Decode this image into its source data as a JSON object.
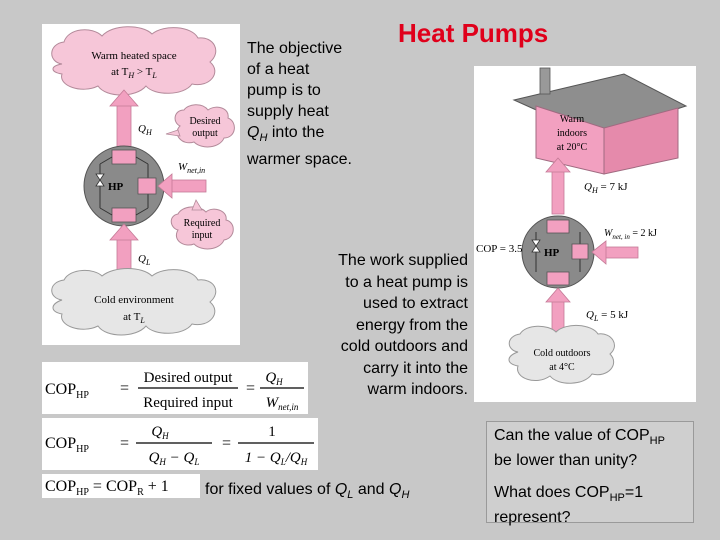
{
  "slide": {
    "title": "Heat Pumps",
    "objective_lines": [
      "The objective",
      "of a heat",
      "pump is to",
      "supply heat",
      "into the",
      "warmer space."
    ],
    "objective_qh": "Q",
    "objective_qh_sub": "H",
    "work_lines": [
      "The work supplied",
      "to a heat pump is",
      "used to extract",
      "energy from the",
      "cold outdoors and",
      "carry it into the",
      "warm indoors."
    ],
    "question1_pre": "Can the value of COP",
    "question1_sub": "HP",
    "question1_post": "be lower than unity?",
    "question2_pre": "What does COP",
    "question2_sub": "HP",
    "question2_post": "=1 represent?",
    "fixed_pre": "for fixed values of ",
    "fixed_q": "Q",
    "fixed_l": "L",
    "fixed_and": " and ",
    "fixed_h": "H"
  },
  "left_figure": {
    "warm_space_line1": "Warm heated space",
    "warm_space_line2": "at T",
    "warm_space_sub1": "H",
    "warm_space_gt": " > T",
    "warm_space_sub2": "L",
    "qh": "Q",
    "qh_sub": "H",
    "desired_line1": "Desired",
    "desired_line2": "output",
    "wnet": "W",
    "wnet_sub": "net,in",
    "hp": "HP",
    "required_line1": "Required",
    "required_line2": "input",
    "ql": "Q",
    "ql_sub": "L",
    "cold_line1": "Cold environment",
    "cold_line2": "at T",
    "cold_sub": "L"
  },
  "right_figure": {
    "warm_line1": "Warm",
    "warm_line2": "indoors",
    "warm_line3": "at 20°C",
    "qh_label": "Q",
    "qh_sub": "H",
    "qh_value": " = 7 kJ",
    "wnet_label": "W",
    "wnet_sub": "net, in",
    "wnet_value": " = 2 kJ",
    "cop_label": "COP = 3.5",
    "hp": "HP",
    "ql_label": "Q",
    "ql_sub": "L",
    "ql_value": " = 5 kJ",
    "cold_line1": "Cold outdoors",
    "cold_line2": "at 4°C"
  },
  "equations": {
    "eq1_lhs": "COP",
    "eq1_lhs_sub": "HP",
    "eq1_num1": "Desired output",
    "eq1_den1": "Required input",
    "eq1_num2": "Q",
    "eq1_num2_sub": "H",
    "eq1_den2": "W",
    "eq1_den2_sub": "net,in",
    "eq2_lhs": "COP",
    "eq2_lhs_sub": "HP",
    "eq2_num1": "Q",
    "eq2_num1_sub": "H",
    "eq2_den1_a": "Q",
    "eq2_den1_a_sub": "H",
    "eq2_den1_minus": " − Q",
    "eq2_den1_b_sub": "L",
    "eq2_num2": "1",
    "eq2_den2_pre": "1 − Q",
    "eq2_den2_sub1": "L",
    "eq2_den2_mid": "/Q",
    "eq2_den2_sub2": "H",
    "eq3_lhs": "COP",
    "eq3_lhs_sub": "HP",
    "eq3_mid": " = COP",
    "eq3_mid_sub": "R",
    "eq3_rhs": " + 1",
    "equals": "="
  },
  "colors": {
    "title": "#e0001b",
    "pink": "#f2a0c0",
    "cloud_warm": "#f6c6d8",
    "cloud_cold": "#e6e6e6",
    "device": "#8a8a8a"
  }
}
